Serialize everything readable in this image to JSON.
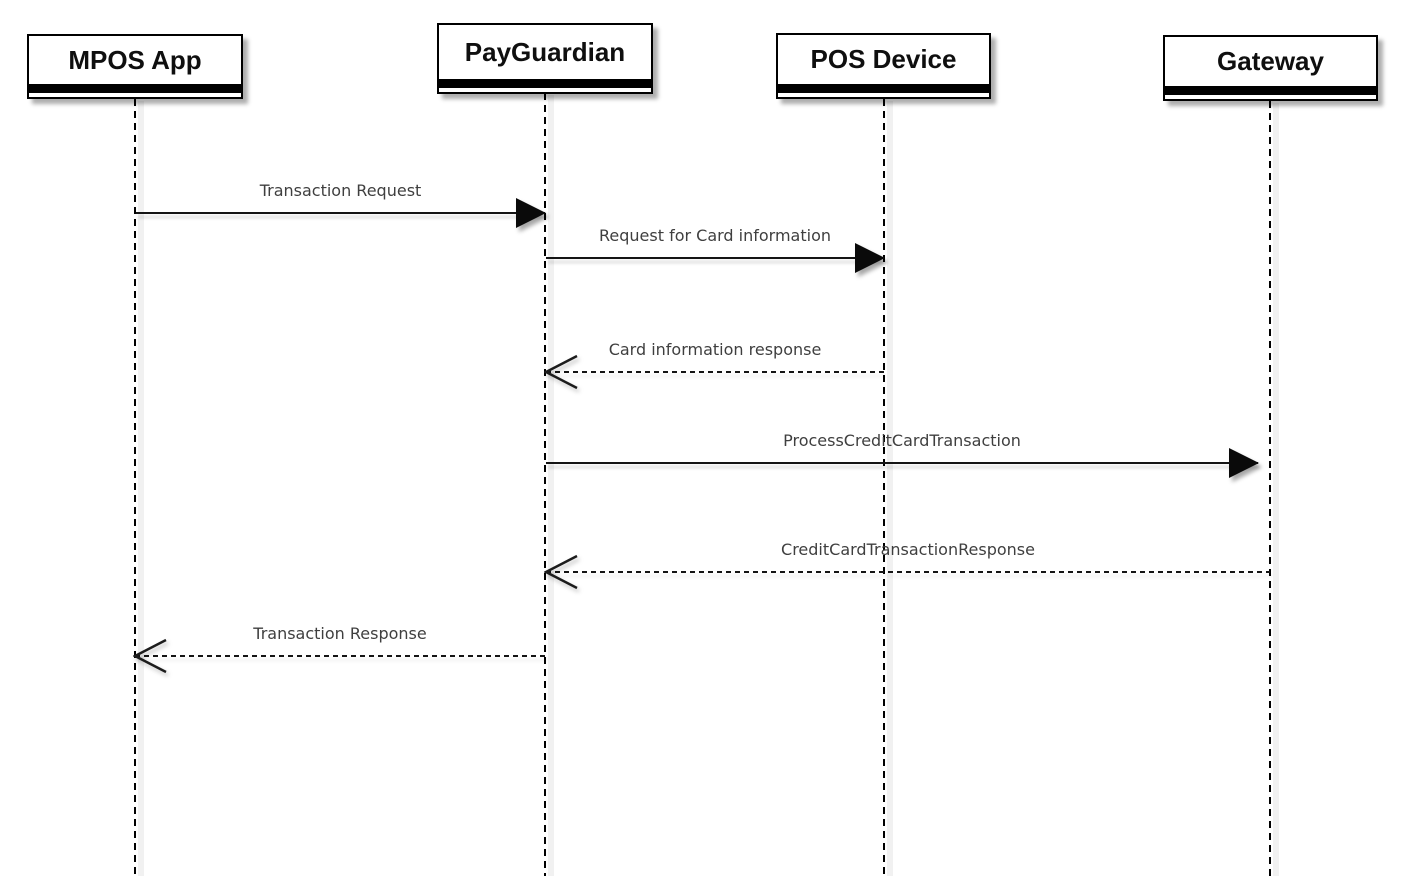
{
  "diagram": {
    "type": "uml-sequence-diagram",
    "participants": [
      {
        "label": "MPOS App"
      },
      {
        "label": "PayGuardian"
      },
      {
        "label": "POS Device"
      },
      {
        "label": "Gateway"
      }
    ],
    "messages": [
      {
        "label": "Transaction Request",
        "from": "MPOS App",
        "to": "PayGuardian",
        "line": "solid",
        "arrowhead": "filled",
        "direction": "right"
      },
      {
        "label": "Request for Card information",
        "from": "PayGuardian",
        "to": "POS Device",
        "line": "solid",
        "arrowhead": "filled",
        "direction": "right"
      },
      {
        "label": "Card information response",
        "from": "POS Device",
        "to": "PayGuardian",
        "line": "dashed",
        "arrowhead": "open",
        "direction": "left"
      },
      {
        "label": "ProcessCreditCardTransaction",
        "from": "PayGuardian",
        "to": "Gateway",
        "line": "solid",
        "arrowhead": "filled",
        "direction": "right"
      },
      {
        "label": "CreditCardTransactionResponse",
        "from": "Gateway",
        "to": "PayGuardian",
        "line": "dashed",
        "arrowhead": "open",
        "direction": "left"
      },
      {
        "label": "Transaction Response",
        "from": "PayGuardian",
        "to": "MPOS App",
        "line": "dashed",
        "arrowhead": "open",
        "direction": "left"
      }
    ],
    "colors": {
      "background": "#ffffff",
      "box_fill": "#ffffff",
      "box_border": "#000000",
      "box_band": "#000000",
      "participant_text": "#0f0f0f",
      "message_line": "#141414",
      "message_text": "#3f3f3f"
    }
  }
}
